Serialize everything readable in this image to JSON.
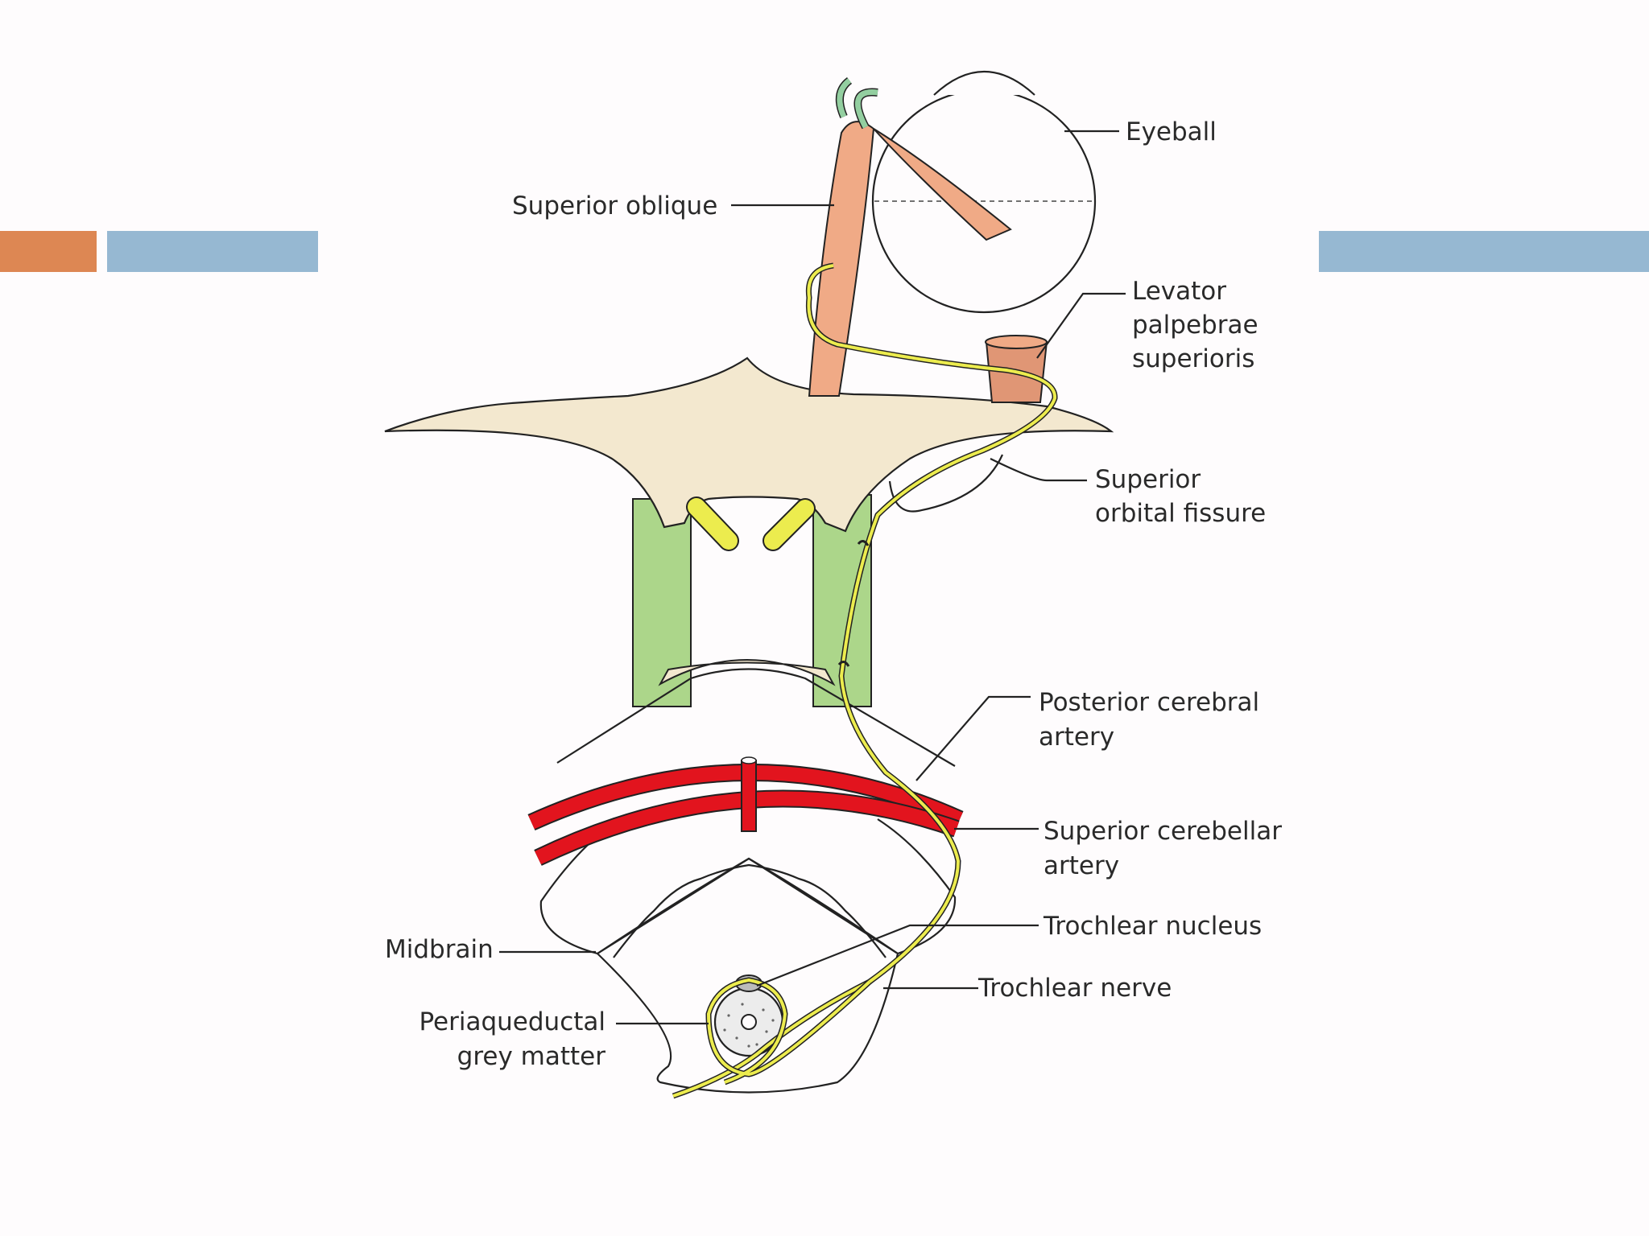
{
  "colors": {
    "background": "#fefcfd",
    "accent_orange": "#dd8753",
    "accent_blue": "#96b8d2",
    "bone": "#f3e8cf",
    "muscle": "#f0aa86",
    "nerve": "#ecec4e",
    "artery": "#e2141e",
    "tentorium": "#acd68a"
  },
  "labels": {
    "eyeball": "Eyeball",
    "superior_oblique": "Superior oblique",
    "levator_1": "Levator",
    "levator_2": "palpebrae",
    "levator_3": "superioris",
    "sup_orbital_fissure_1": "Superior",
    "sup_orbital_fissure_2": "orbital fissure",
    "posterior_cerebral_1": "Posterior cerebral",
    "posterior_cerebral_2": "artery",
    "superior_cerebellar_1": "Superior cerebellar",
    "superior_cerebellar_2": "artery",
    "trochlear_nucleus": "Trochlear nucleus",
    "midbrain": "Midbrain",
    "trochlear_nerve": "Trochlear nerve",
    "periaqueductal_1": "Periaqueductal",
    "periaqueductal_2": "grey matter"
  }
}
